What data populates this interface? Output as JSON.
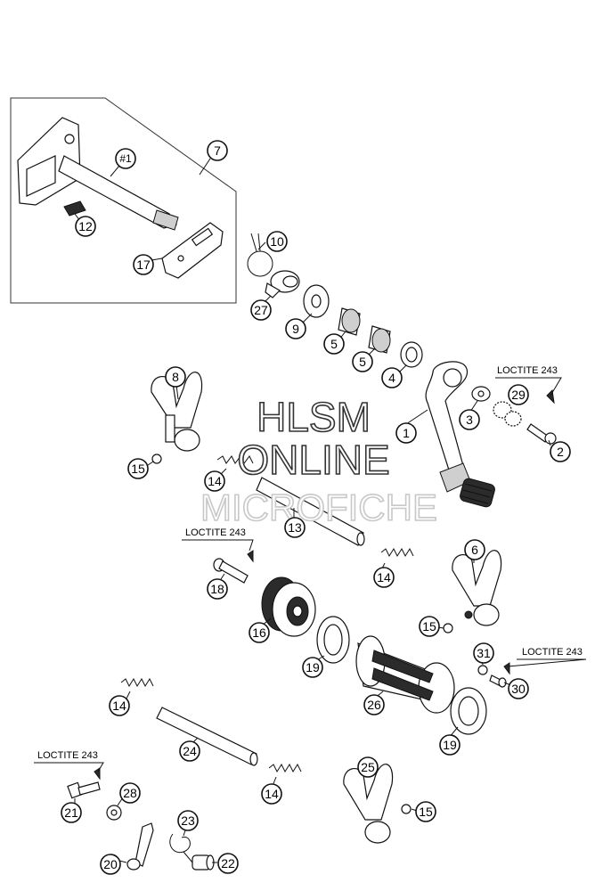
{
  "callouts": [
    {
      "id": "c7",
      "label": "7"
    },
    {
      "id": "c1h",
      "label": "#1"
    },
    {
      "id": "c12",
      "label": "12"
    },
    {
      "id": "c17",
      "label": "17"
    },
    {
      "id": "c10",
      "label": "10"
    },
    {
      "id": "c27",
      "label": "27"
    },
    {
      "id": "c9",
      "label": "9"
    },
    {
      "id": "c5a",
      "label": "5"
    },
    {
      "id": "c5b",
      "label": "5"
    },
    {
      "id": "c4",
      "label": "4"
    },
    {
      "id": "c1",
      "label": "1"
    },
    {
      "id": "c3",
      "label": "3"
    },
    {
      "id": "c29",
      "label": "29"
    },
    {
      "id": "c2",
      "label": "2"
    },
    {
      "id": "c8",
      "label": "8"
    },
    {
      "id": "c15a",
      "label": "15"
    },
    {
      "id": "c14a",
      "label": "14"
    },
    {
      "id": "c13",
      "label": "13"
    },
    {
      "id": "c18",
      "label": "18"
    },
    {
      "id": "c14b",
      "label": "14"
    },
    {
      "id": "c6",
      "label": "6"
    },
    {
      "id": "c16",
      "label": "16"
    },
    {
      "id": "c15b",
      "label": "15"
    },
    {
      "id": "c19a",
      "label": "19"
    },
    {
      "id": "c31",
      "label": "31"
    },
    {
      "id": "c30",
      "label": "30"
    },
    {
      "id": "c26",
      "label": "26"
    },
    {
      "id": "c14c",
      "label": "14"
    },
    {
      "id": "c19b",
      "label": "19"
    },
    {
      "id": "c24",
      "label": "24"
    },
    {
      "id": "c25",
      "label": "25"
    },
    {
      "id": "c14d",
      "label": "14"
    },
    {
      "id": "c28",
      "label": "28"
    },
    {
      "id": "c21",
      "label": "21"
    },
    {
      "id": "c23",
      "label": "23"
    },
    {
      "id": "c15c",
      "label": "15"
    },
    {
      "id": "c20",
      "label": "20"
    },
    {
      "id": "c22",
      "label": "22"
    }
  ],
  "loctite_labels": [
    "LOCTITE 243",
    "LOCTITE 243",
    "LOCTITE 243",
    "LOCTITE 243"
  ],
  "watermark": {
    "line1": "HLSM",
    "line2": "ONLINE",
    "line3": "MICROFICHE"
  }
}
